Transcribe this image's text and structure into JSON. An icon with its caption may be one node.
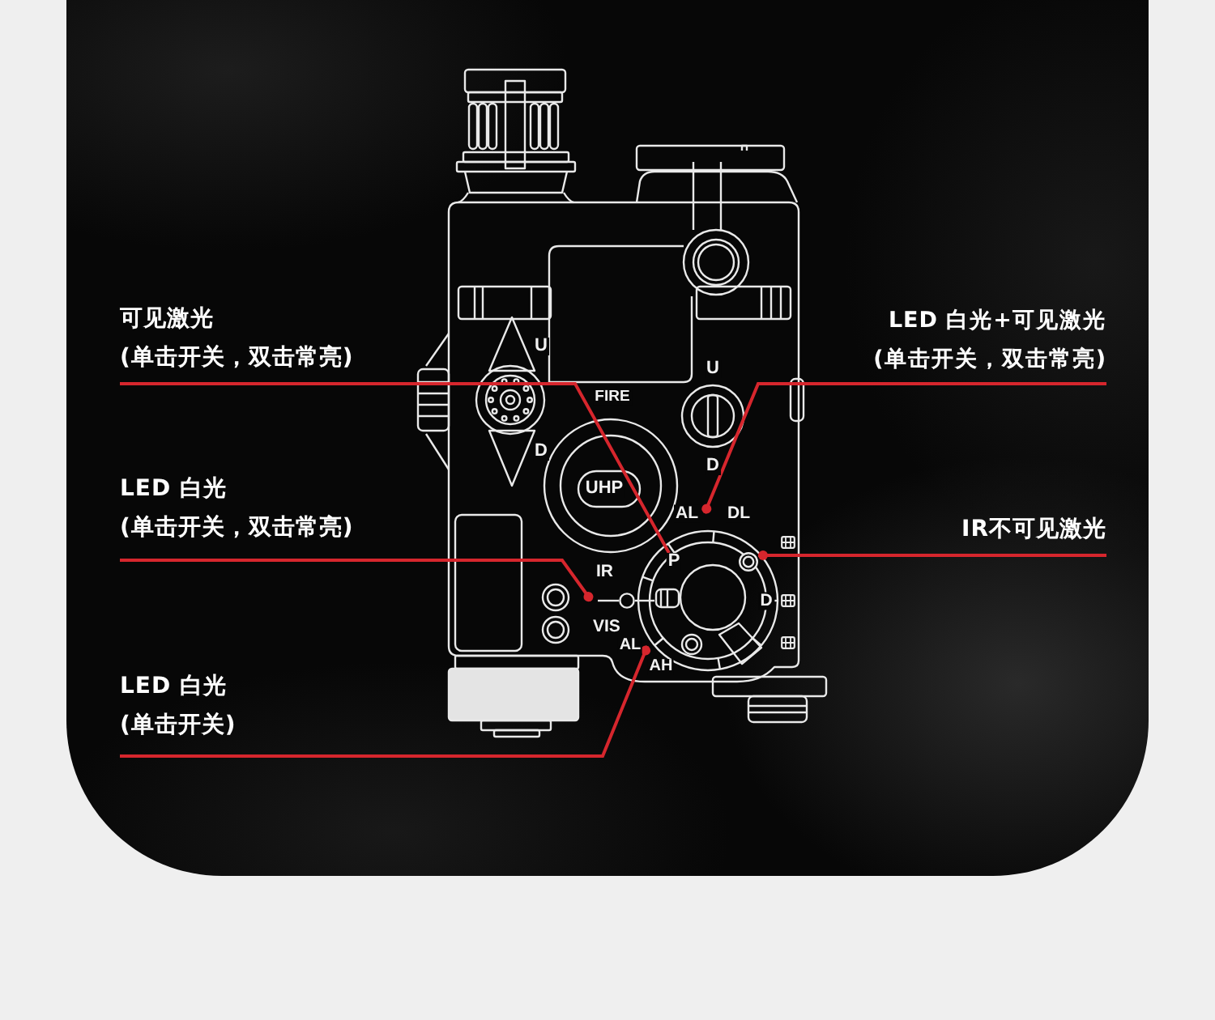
{
  "diagram": {
    "nodes": [
      {
        "text": [
          "可见激光",
          "(单击开关，双击常亮)"
        ]
      },
      {
        "text": [
          "LED 白光+可见激光",
          "(单击开关，双击常亮)"
        ]
      },
      {
        "text": [
          "LED 白光",
          "(单击开关，双击常亮)"
        ]
      },
      {
        "text": [
          "AL"
        ]
      },
      {
        "text": [
          "DL"
        ]
      },
      {
        "text": [
          "IR不可见激光"
        ]
      },
      {
        "text": [
          "P"
        ]
      },
      {
        "text": [],
        "shape": "circle"
      },
      {
        "text": [
          "IR",
          "VIS"
        ]
      },
      {
        "text": [
          "AL"
        ]
      },
      {
        "text": [
          "AH"
        ]
      },
      {
        "text": [
          "LED 白光",
          "(单击开关)"
        ]
      }
    ],
    "edges": [
      {
        "from": 0,
        "to": 6,
        "arrow": "none"
      },
      {
        "from": 1,
        "to": 3,
        "arrow": "other"
      },
      {
        "from": 2,
        "to": 8,
        "arrow": "other"
      },
      {
        "from": 5,
        "to": 7,
        "arrow": "other"
      },
      {
        "from": 11,
        "to": 9,
        "arrow": "other"
      }
    ],
    "labels": [
      "U",
      "U",
      "FIRE",
      "D",
      "D",
      "UHP",
      "D"
    ]
  }
}
